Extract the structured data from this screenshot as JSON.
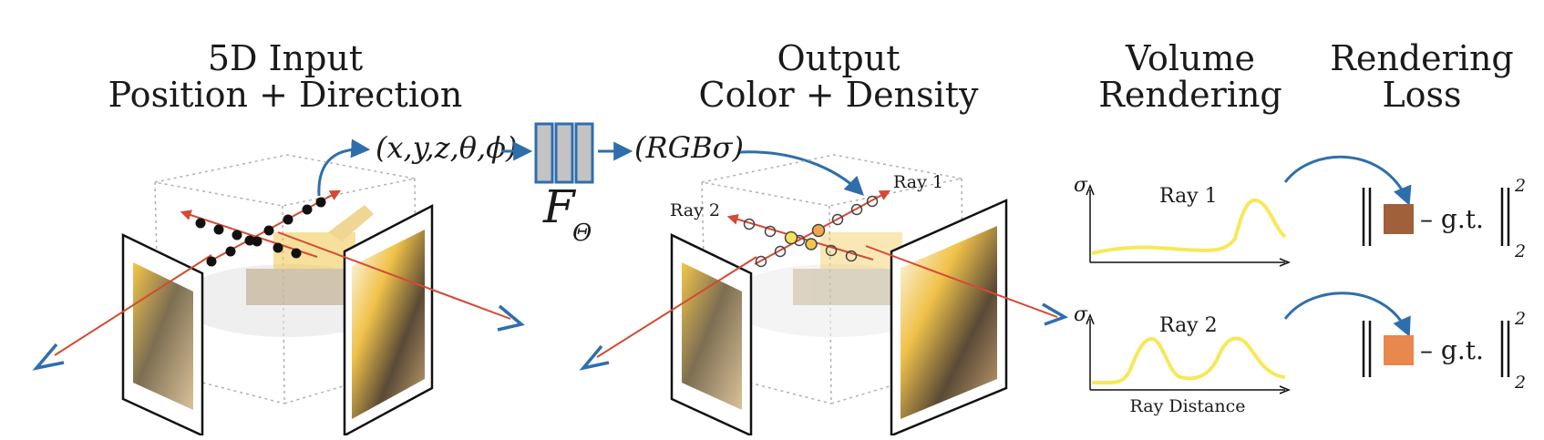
{
  "sections": {
    "input": {
      "title_line1": "5D Input",
      "title_line2": "Position + Direction"
    },
    "output": {
      "title_line1": "Output",
      "title_line2": "Color + Density"
    },
    "volume": {
      "title_line1": "Volume",
      "title_line2": "Rendering"
    },
    "loss": {
      "title_line1": "Rendering",
      "title_line2": "Loss"
    }
  },
  "network": {
    "input_tuple": "(x,y,z,θ,ϕ)",
    "output_tuple": "(RGBσ)",
    "function_symbol": "F",
    "function_subscript": "Θ"
  },
  "scene": {
    "ray1_label": "Ray 1",
    "ray2_label": "Ray 2"
  },
  "plots": {
    "sigma_symbol": "σ",
    "ray1_label": "Ray 1",
    "ray2_label": "Ray 2",
    "x_axis_label": "Ray Distance",
    "curve_color": "#f7e85a"
  },
  "loss": {
    "gt_text": "– g.t.",
    "norm_superscript": "2",
    "norm_subscript": "2",
    "ray1_color": "#a0603a",
    "ray2_color": "#e8874e"
  },
  "colors": {
    "arrow_blue": "#2f6eac",
    "ray_red": "#d44a35",
    "box_fill": "#c3c3c3",
    "box_stroke": "#2f6eac"
  }
}
